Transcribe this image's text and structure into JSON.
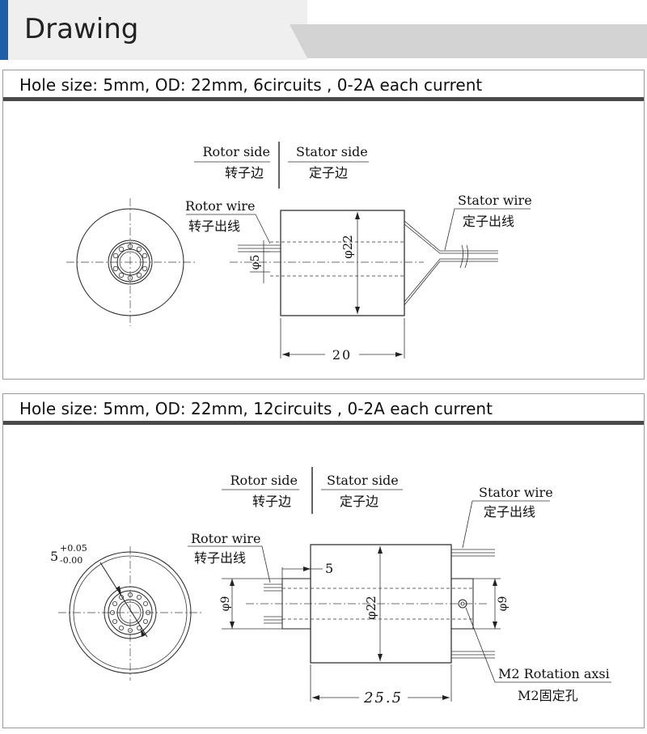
{
  "header": {
    "title": "Drawing",
    "accent_color": "#1f5fa8"
  },
  "drawings": [
    {
      "title": "Hole size: 5mm, OD: 22mm, 6circuits , 0-2A each current",
      "rotor_side": "Rotor side",
      "rotor_side_cn": "转子边",
      "stator_side": "Stator side",
      "stator_side_cn": "定子边",
      "rotor_wire": "Rotor wire",
      "rotor_wire_cn": "转子出线",
      "stator_wire": "Stator wire",
      "stator_wire_cn": "定子出线",
      "dim_od": "φ22",
      "dim_bore": "φ5",
      "dim_length": "20"
    },
    {
      "title": "Hole size: 5mm, OD: 22mm, 12circuits , 0-2A each current",
      "rotor_side": "Rotor side",
      "rotor_side_cn": "转子边",
      "stator_side": "Stator side",
      "stator_side_cn": "定子边",
      "rotor_wire": "Rotor wire",
      "rotor_wire_cn": "转子出线",
      "stator_wire": "Stator wire",
      "stator_wire_cn": "定子出线",
      "dim_od": "φ22",
      "dim_hub_left": "φ9",
      "dim_hub_right": "φ9",
      "dim_hub": "5",
      "dim_length": "25.5",
      "tolerance_base": "5",
      "tolerance_upper": "+0.05",
      "tolerance_lower": "-0.00",
      "hole_label": "M2 Rotation axsi",
      "hole_label_cn": "M2固定孔"
    }
  ]
}
